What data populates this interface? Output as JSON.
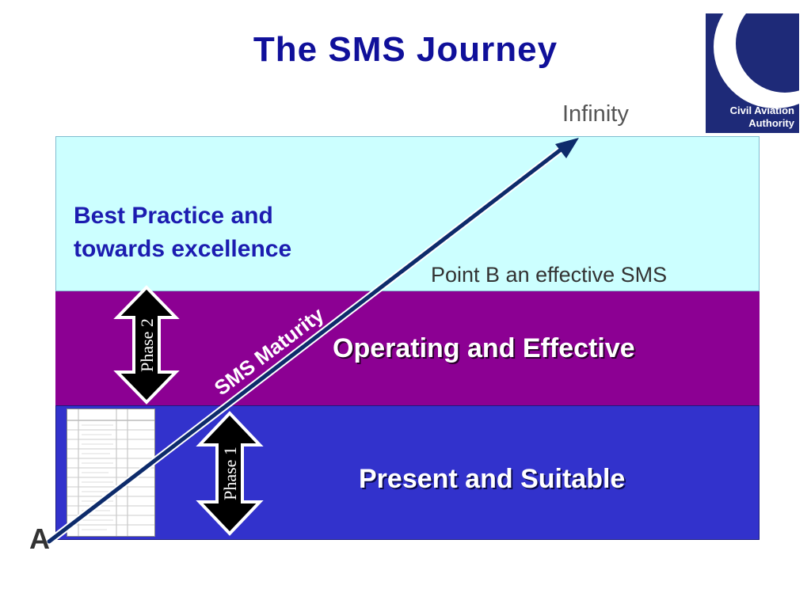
{
  "title": "The SMS Journey",
  "logo": {
    "line1": "Civil Aviation",
    "line2": "Authority"
  },
  "labels": {
    "infinity": "Infinity",
    "point_b": "Point B an effective SMS",
    "point_a": "A",
    "sms_maturity": "SMS Maturity"
  },
  "bands": {
    "top": {
      "line1": "Best Practice and",
      "line2": "towards excellence"
    },
    "middle": "Operating and Effective",
    "bottom": "Present and Suitable"
  },
  "phases": {
    "phase1": "Phase 1",
    "phase2": "Phase 2"
  },
  "colors": {
    "title": "#10109a",
    "band_top": "#ccffff",
    "band_middle": "#8c0093",
    "band_bottom": "#3232cc",
    "arrow": "#0d2b6b",
    "logo": "#1e2a78"
  }
}
